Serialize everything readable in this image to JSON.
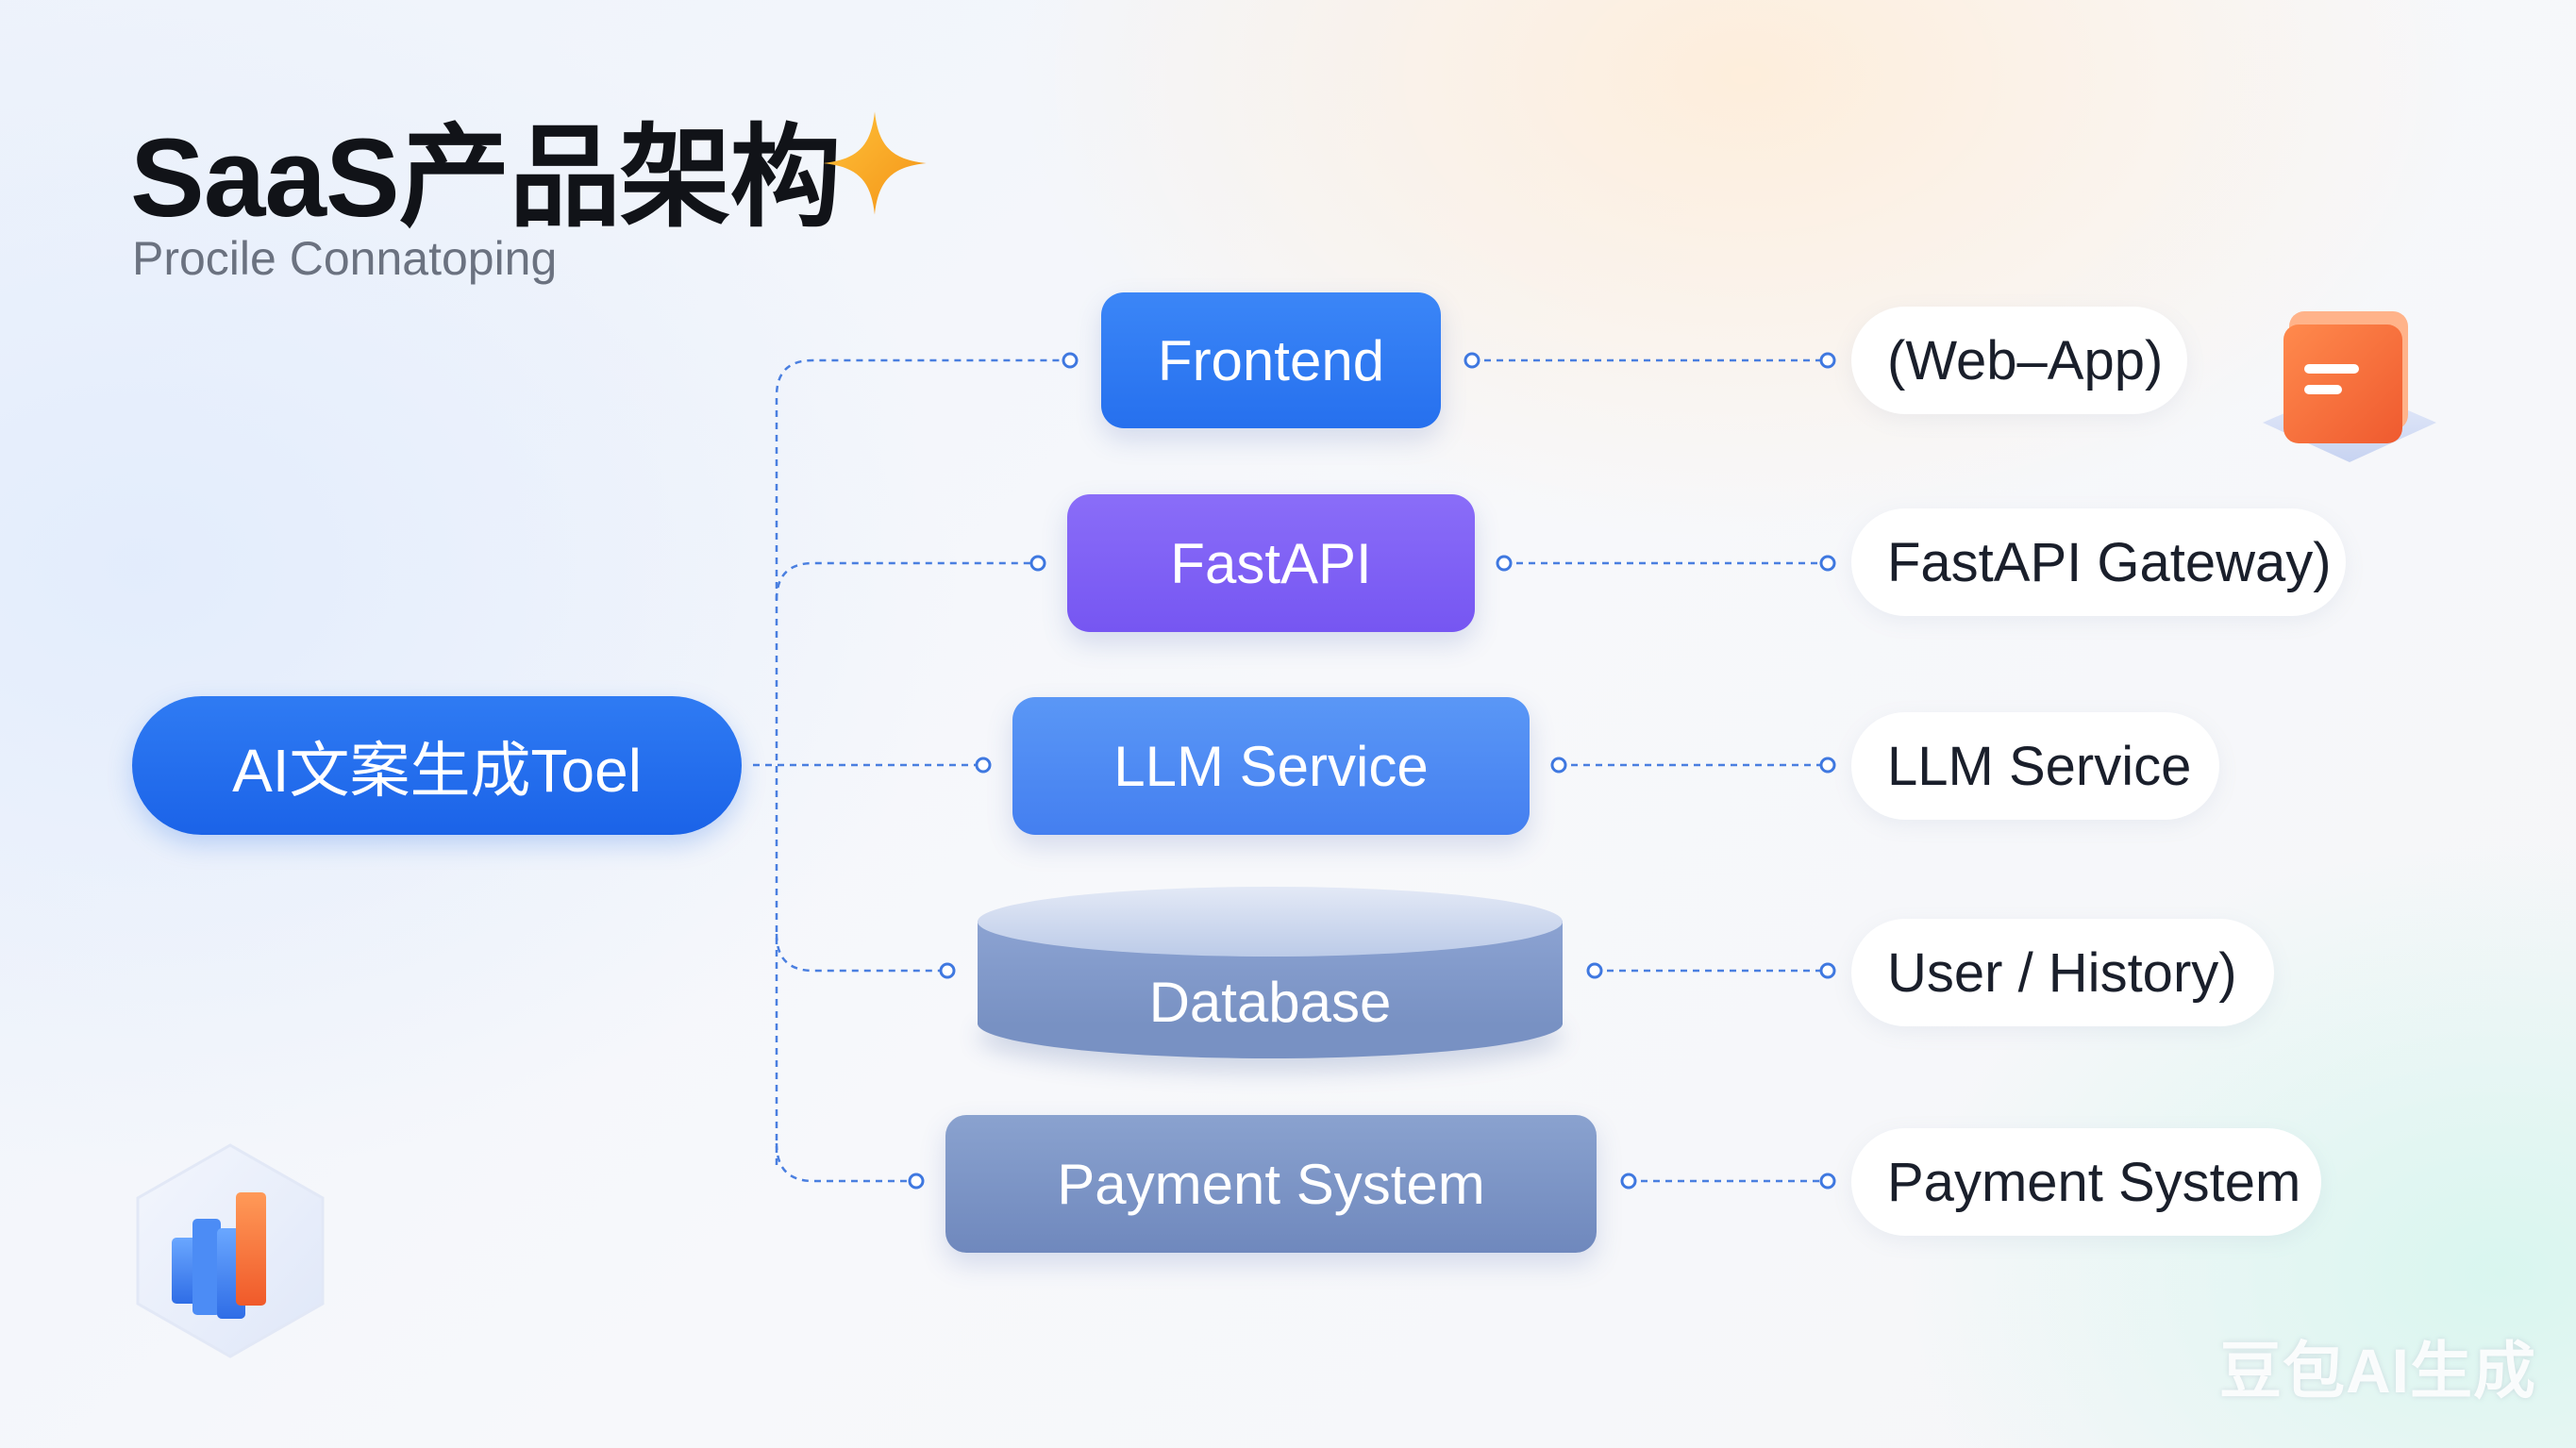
{
  "header": {
    "title": "SaaS产品架构",
    "subtitle": "Procile Connatoping"
  },
  "root_node": {
    "label": "AI文案生成Toel"
  },
  "nodes": [
    {
      "label": "Frontend"
    },
    {
      "label": "FastAPI"
    },
    {
      "label": "LLM Service"
    },
    {
      "label": "Database"
    },
    {
      "label": "Payment System"
    }
  ],
  "tags": [
    {
      "label": "(Web–App)"
    },
    {
      "label": "FastAPI Gateway)"
    },
    {
      "label": "LLM Service"
    },
    {
      "label": "User / History)"
    },
    {
      "label": "Payment System"
    }
  ],
  "watermark": "豆包AI生成",
  "icons": [
    "sparkle-icon",
    "document-icon",
    "bar-chart-icon"
  ],
  "colors": {
    "primary_blue": "#2670ee",
    "fastapi_purple": "#7656f2",
    "llm_blue": "#447ff0",
    "database_slate": "#7891c3",
    "payment_slate": "#6f88bd",
    "connector_blue": "#4a7fe0",
    "sparkle_orange": "#f7a21b",
    "document_orange": "#f2693a"
  }
}
